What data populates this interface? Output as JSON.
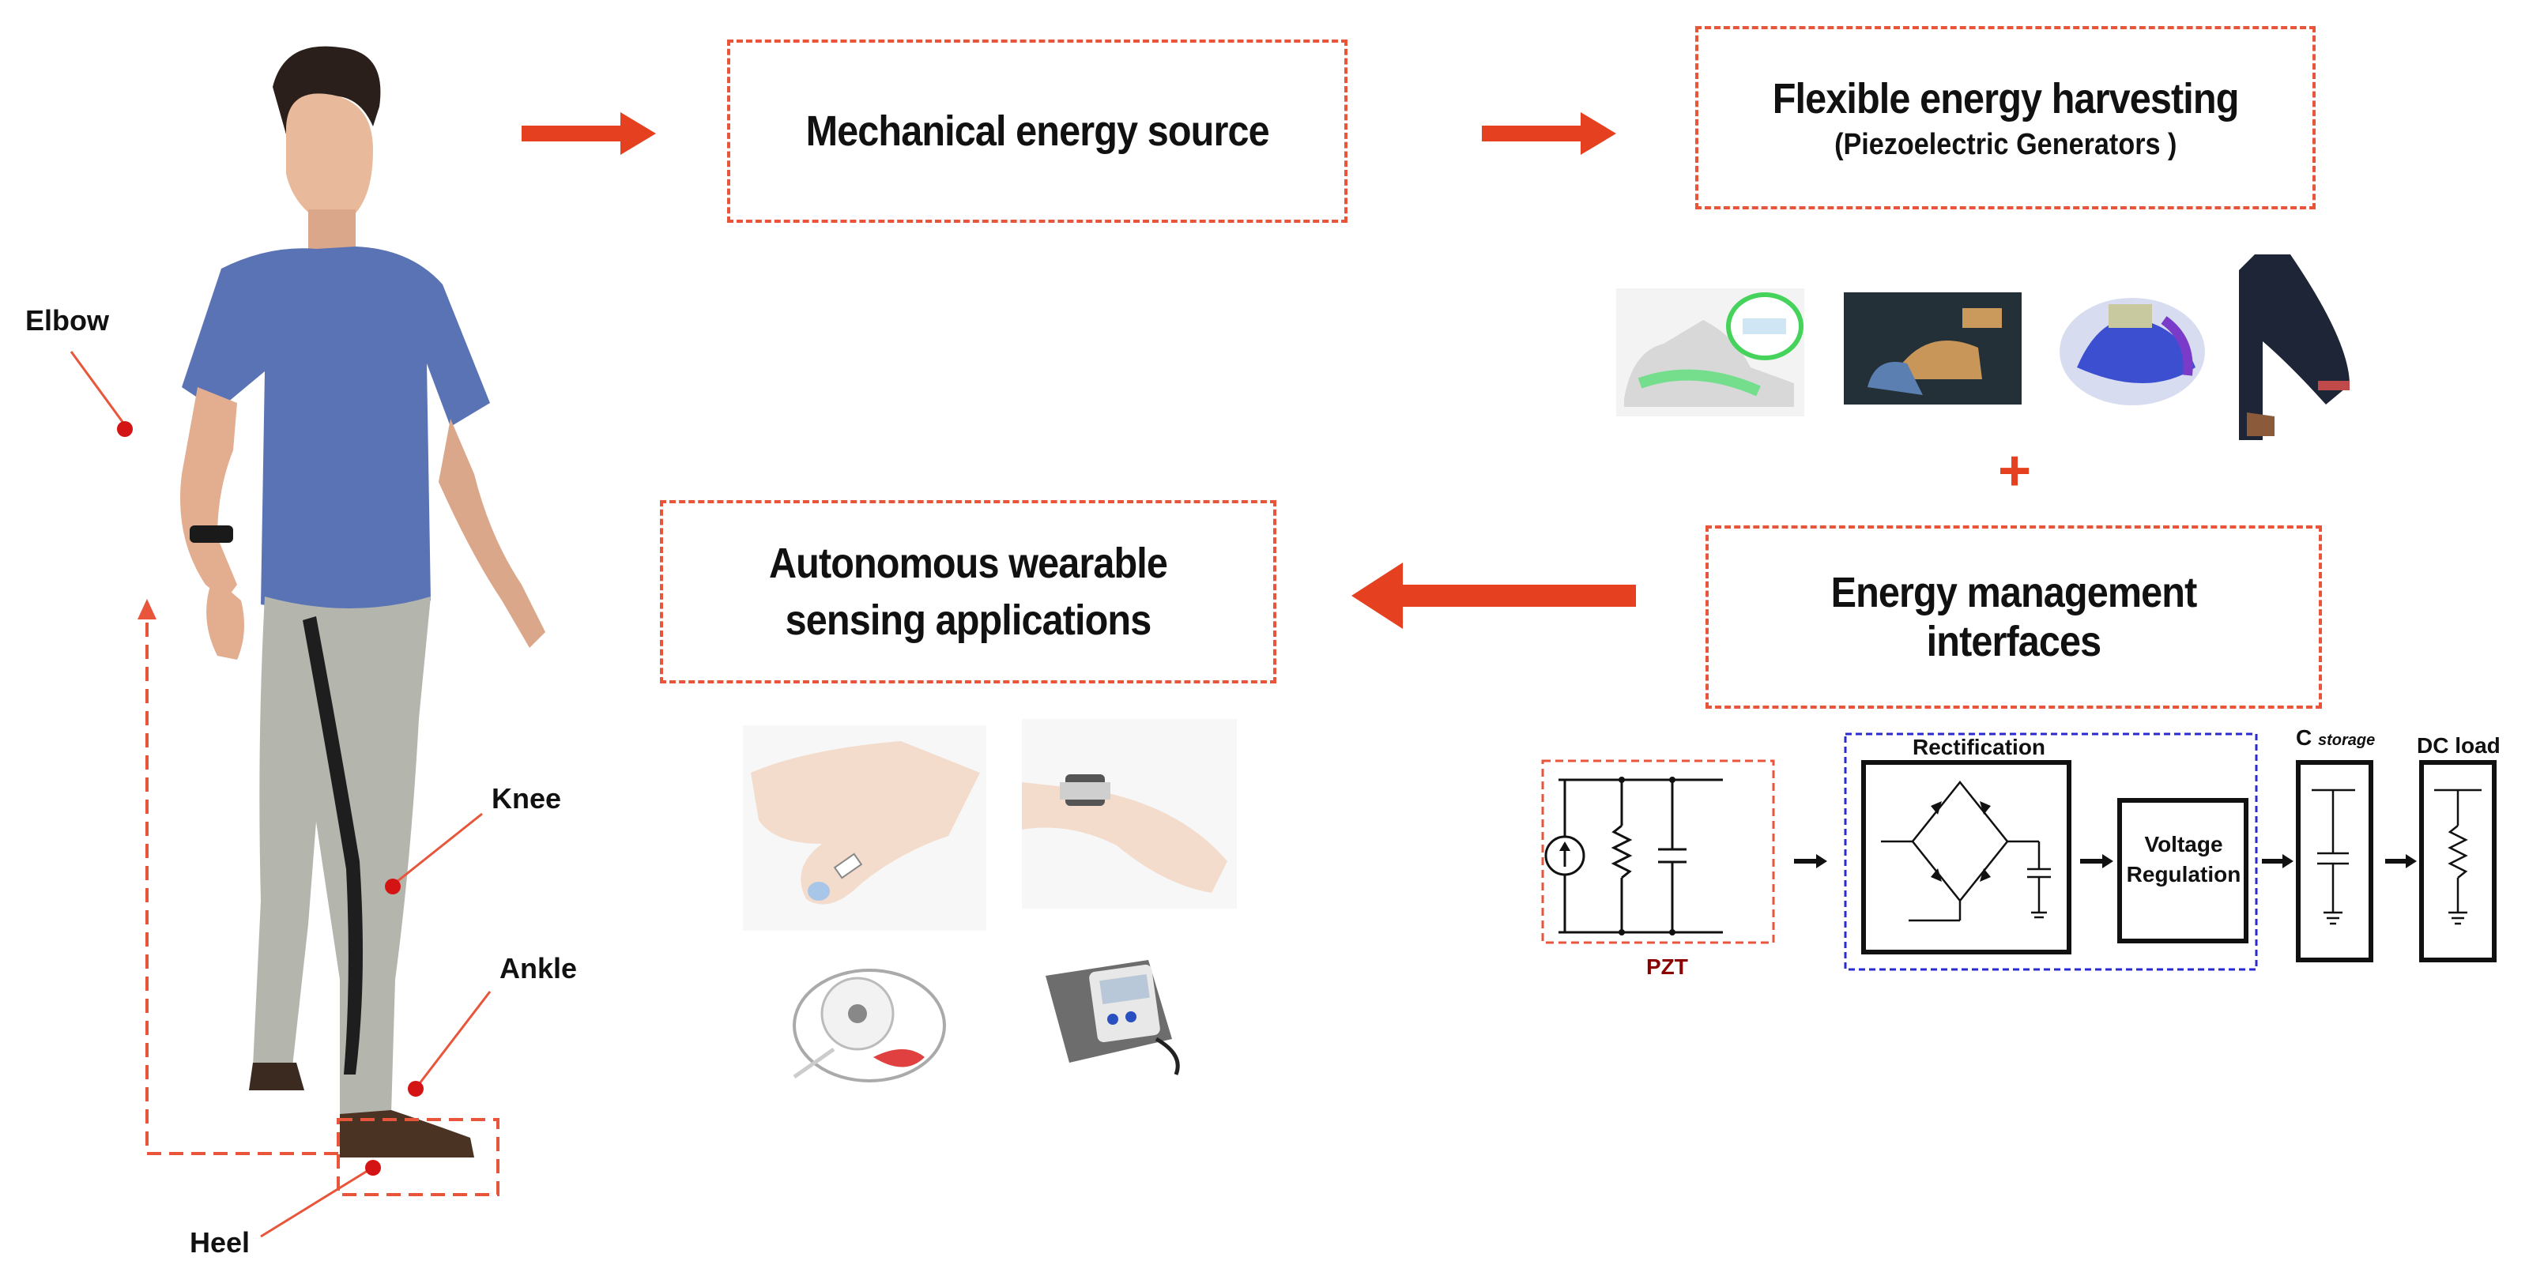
{
  "body_labels": {
    "elbow": "Elbow",
    "knee": "Knee",
    "ankle": "Ankle",
    "heel": "Heel"
  },
  "boxes": {
    "mechanical": "Mechanical energy source",
    "harvesting_title": "Flexible energy harvesting",
    "harvesting_sub": "(Piezoelectric Generators )",
    "management": "Energy management interfaces",
    "applications": "Autonomous wearable sensing applications"
  },
  "plus": "+",
  "circuit": {
    "pzt": "PZT",
    "rectification": "Rectification",
    "voltage_regulation": "Voltage Regulation",
    "c_main": "C",
    "c_sub": "storage",
    "dc_load": "DC load"
  },
  "colors": {
    "accent": "#e8553a",
    "arrow": "#e5401f",
    "dot": "#d41414",
    "pzt_label": "#8b0000",
    "rect_border": "#2a2ad0"
  }
}
